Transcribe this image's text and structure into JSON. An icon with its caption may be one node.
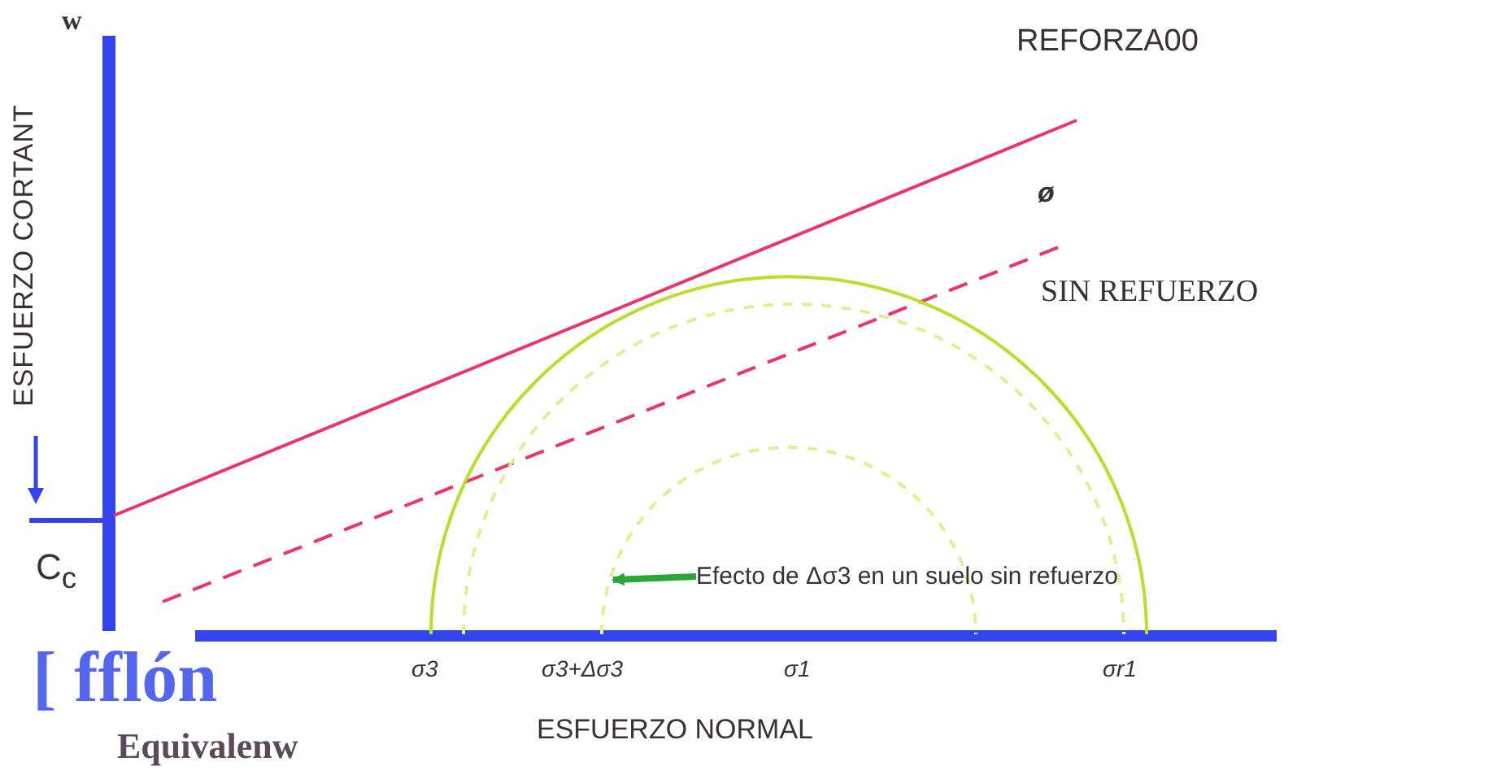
{
  "diagram": {
    "nodes": [
      {
        "text": [
          "Efecto de Δσ3 en un suelo sin refuerzo"
        ]
      },
      {
        "text": [],
        "shape": "circle"
      }
    ],
    "edges": [
      {
        "from": 0,
        "to": 1,
        "arrow": "to"
      }
    ],
    "labels": [
      "w",
      "ESFUERZO CORTANT",
      "REFORZA00",
      "ø",
      "SIN REFUERZO",
      "C$_{c}$",
      "σ3",
      "σ3+Δσ3",
      "σ1",
      "σr1",
      "[ fflón",
      "ESFUERZO NORMAL",
      "Equivalenw"
    ]
  }
}
